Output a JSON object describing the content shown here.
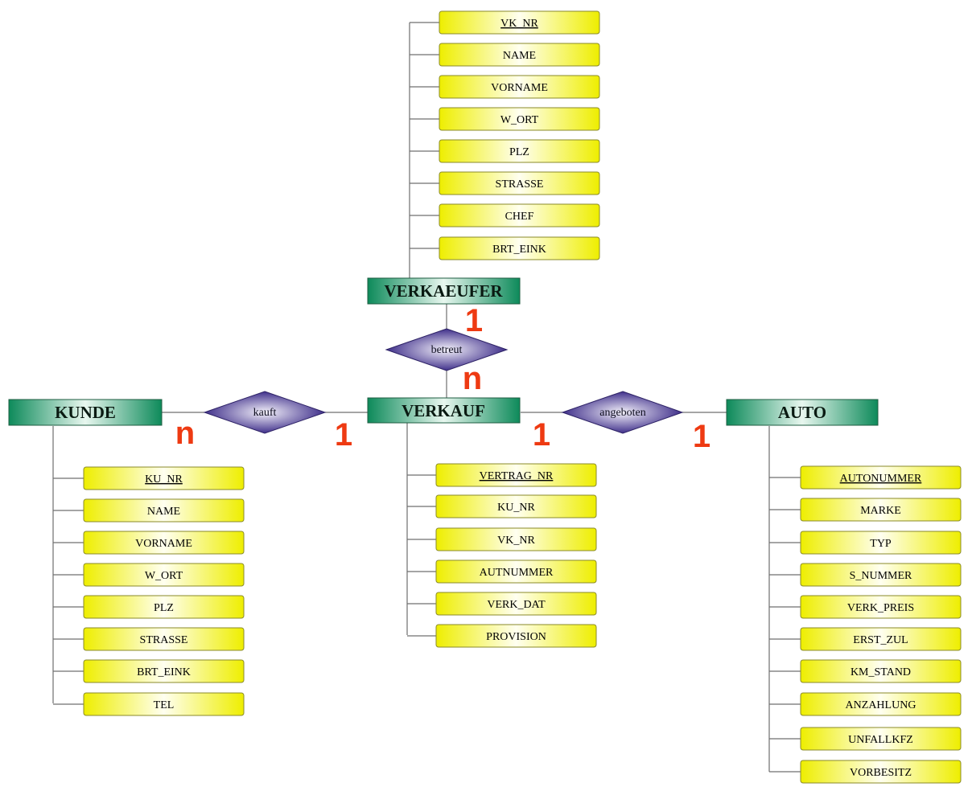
{
  "colors": {
    "attribute_fill_light": "#fffff0",
    "attribute_fill_dark": "#eeee00",
    "entity_fill_dark": "#0d8a5a",
    "entity_fill_light": "#e8f7ef",
    "relationship_fill_dark": "#3f2f8a",
    "relationship_fill_light": "#f4f2fb",
    "cardinality": "#ee3a12",
    "connector": "#6f6f6f"
  },
  "entities": {
    "verkaeufer": {
      "name": "VERKAEUFER",
      "attributes": [
        {
          "label": "VK_NR",
          "key": true
        },
        {
          "label": "NAME",
          "key": false
        },
        {
          "label": "VORNAME",
          "key": false
        },
        {
          "label": "W_ORT",
          "key": false
        },
        {
          "label": "PLZ",
          "key": false
        },
        {
          "label": "STRASSE",
          "key": false
        },
        {
          "label": "CHEF",
          "key": false
        },
        {
          "label": "BRT_EINK",
          "key": false
        }
      ]
    },
    "kunde": {
      "name": "KUNDE",
      "attributes": [
        {
          "label": "KU_NR",
          "key": true
        },
        {
          "label": "NAME",
          "key": false
        },
        {
          "label": "VORNAME",
          "key": false
        },
        {
          "label": "W_ORT",
          "key": false
        },
        {
          "label": "PLZ",
          "key": false
        },
        {
          "label": "STRASSE",
          "key": false
        },
        {
          "label": "BRT_EINK",
          "key": false
        },
        {
          "label": "TEL",
          "key": false
        }
      ]
    },
    "verkauf": {
      "name": "VERKAUF",
      "attributes": [
        {
          "label": "VERTRAG_NR",
          "key": true
        },
        {
          "label": "KU_NR",
          "key": false
        },
        {
          "label": "VK_NR",
          "key": false
        },
        {
          "label": "AUTNUMMER",
          "key": false
        },
        {
          "label": "VERK_DAT",
          "key": false
        },
        {
          "label": "PROVISION",
          "key": false
        }
      ]
    },
    "auto": {
      "name": "AUTO",
      "attributes": [
        {
          "label": "AUTONUMMER",
          "key": true
        },
        {
          "label": "MARKE",
          "key": false
        },
        {
          "label": "TYP",
          "key": false
        },
        {
          "label": "S_NUMMER",
          "key": false
        },
        {
          "label": "VERK_PREIS",
          "key": false
        },
        {
          "label": "ERST_ZUL",
          "key": false
        },
        {
          "label": "KM_STAND",
          "key": false
        },
        {
          "label": "ANZAHLUNG",
          "key": false
        },
        {
          "label": "UNFALLKFZ",
          "key": false
        },
        {
          "label": "VORBESITZ",
          "key": false
        }
      ]
    }
  },
  "relationships": {
    "betreut": {
      "label": "betreut",
      "card_a": "1",
      "card_b": "n"
    },
    "kauft": {
      "label": "kauft",
      "card_a": "n",
      "card_b": "1"
    },
    "angeboten": {
      "label": "angeboten",
      "card_a": "1",
      "card_b": "1"
    }
  }
}
